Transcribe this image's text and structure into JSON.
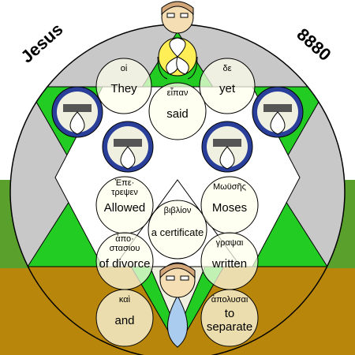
{
  "header": {
    "left_label": "Jesus",
    "right_label": "8880"
  },
  "words": [
    {
      "id": "they",
      "greek": "οἱ",
      "english": [
        "They"
      ]
    },
    {
      "id": "yet",
      "greek": "δε",
      "english": [
        "yet"
      ]
    },
    {
      "id": "said",
      "greek": "εἶπαν",
      "english": [
        "said"
      ]
    },
    {
      "id": "allowed",
      "greek": [
        "Ἐπε·",
        "τρεψεν"
      ],
      "english": [
        "Allowed"
      ]
    },
    {
      "id": "moses",
      "greek": "Μωϋσῆς",
      "english": [
        "Moses"
      ]
    },
    {
      "id": "certificate",
      "greek": "βιβλίον",
      "english": [
        "a certificate"
      ]
    },
    {
      "id": "divorce",
      "greek": [
        "ἀπο·",
        "στασιου"
      ],
      "english": [
        "of divorce"
      ]
    },
    {
      "id": "written",
      "greek": "γραψαι",
      "english": [
        "written"
      ]
    },
    {
      "id": "and",
      "greek": "καὶ",
      "english": [
        "and"
      ]
    },
    {
      "id": "separate",
      "greek": "ἀπολυσαι",
      "english": [
        "to",
        "separate"
      ]
    }
  ],
  "colors": {
    "sky": "#ffffff",
    "earth_green": "#5aa02c",
    "earth_brown": "#b8860b",
    "circle_gray": "#c8c8c8",
    "triangle_green": "#22cc22",
    "glass": "#f0f0e0",
    "outline": "#000000"
  }
}
